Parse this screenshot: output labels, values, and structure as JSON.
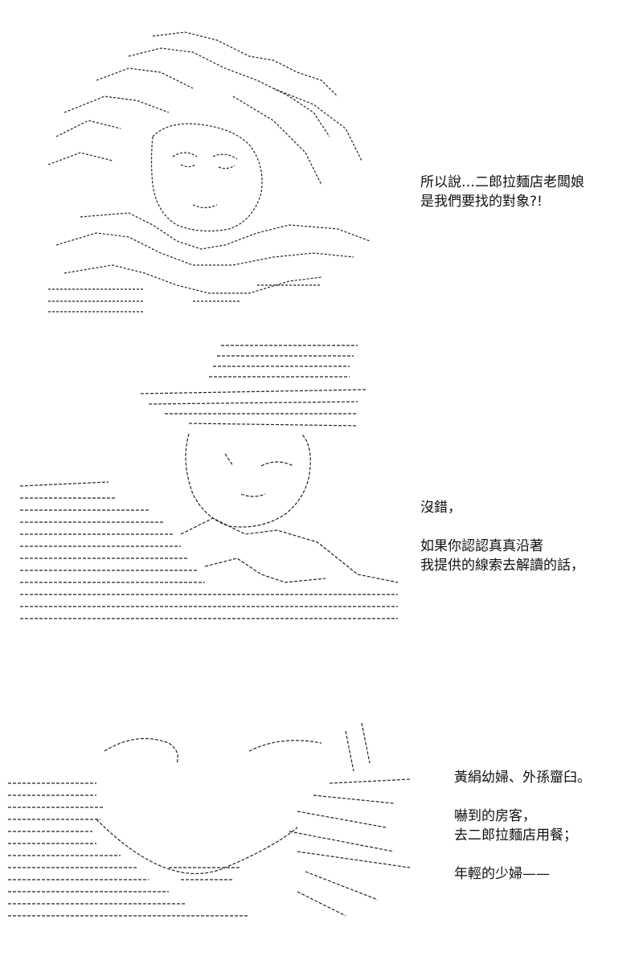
{
  "panels": [
    {
      "id": "panel-1",
      "caption_lines": [
        "所以說…二郎拉麵店老闆娘",
        "是我們要找的對象?!"
      ]
    },
    {
      "id": "panel-2",
      "caption_lines": [
        "沒錯，",
        "",
        "如果你認認真真沿著",
        "我提供的線索去解讀的話，"
      ]
    },
    {
      "id": "panel-3",
      "caption_lines": [
        "黃絹幼婦、外孫齏臼。",
        "",
        "嚇到的房客，",
        "去二郎拉麵店用餐；",
        "",
        "年輕的少婦——"
      ]
    }
  ],
  "colors": {
    "ink": "#111111",
    "paper": "#ffffff"
  }
}
